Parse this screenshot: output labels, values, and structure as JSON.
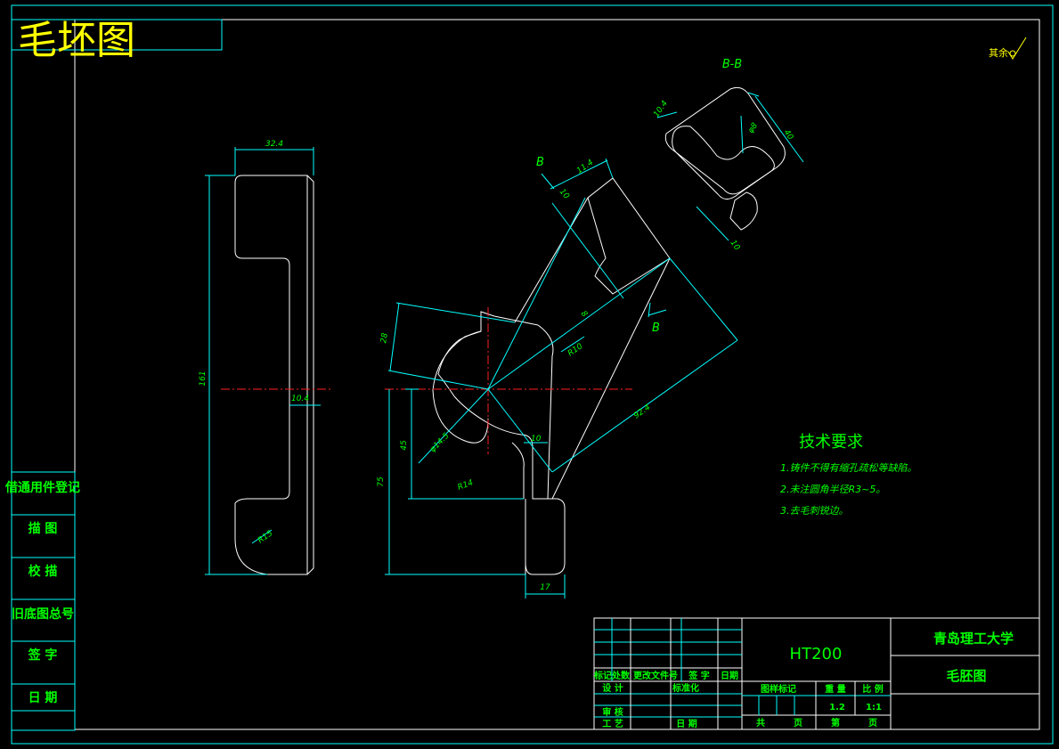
{
  "title": "毛坯图",
  "surface_roughness": "其余",
  "section_label": "B-B",
  "section_marker_top": "B",
  "section_marker_right": "B",
  "dimensions": {
    "d_32_4": "32.4",
    "d_161": "161",
    "d_10_4": "10.4",
    "d_R15": "R15",
    "d_11_4": "11.4",
    "d_10_top": "10",
    "d_8": "8",
    "d_R10": "R10",
    "d_92_4": "92.4",
    "d_28": "28",
    "d_45": "45",
    "d_75": "75",
    "d_phi14_5": "φ14.5",
    "d_R14": "R14",
    "d_10_mid": "10",
    "d_17": "17",
    "d_sec_10_4": "10.4",
    "d_sec_phi": "φ8",
    "d_sec_40": "40",
    "d_sec_10": "10"
  },
  "technical_requirements": {
    "heading": "技术要求",
    "items": [
      "1.铸件不得有缩孔疏松等缺陷。",
      "2.未注圆角半径R3~5。",
      "3.去毛刺锐边。"
    ]
  },
  "left_sidebar": [
    "借通用件登记",
    "描  图",
    "校  描",
    "旧底图总号",
    "签  字",
    "日  期"
  ],
  "title_block": {
    "material": "HT200",
    "university": "青岛理工大学",
    "drawing_name": "毛胚图",
    "rev_headers": [
      "标记",
      "处数",
      "更改文件号",
      "签  字",
      "日期"
    ],
    "design": "设 计",
    "standardize": "标准化",
    "review": "审 核",
    "process": "工 艺",
    "date": "日 期",
    "stage_mark": "图样标记",
    "weight_label": "重  量",
    "scale_label": "比 例",
    "weight_value": "1.2",
    "scale_value": "1:1",
    "total": "共",
    "page1": "页",
    "sheet": "第",
    "page2": "页"
  }
}
